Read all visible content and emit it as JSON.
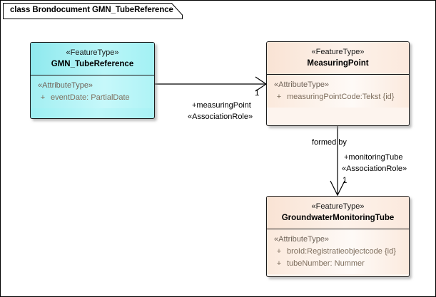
{
  "diagram": {
    "title": "class Brondocument GMN_TubeReference",
    "colors": {
      "cyan_fill": "#AFF3F6",
      "peach_fill": "#FBEADE",
      "border": "#1A1A1A",
      "attribute_text": "#7D6D5C",
      "connector": "#000000"
    }
  },
  "classes": [
    {
      "id": "gmn-tube-reference",
      "stereotype": "«FeatureType»",
      "name": "GMN_TubeReference",
      "attribute_stereotype": "«AttributeType»",
      "attributes": [
        {
          "visibility": "+",
          "text": "eventDate: PartialDate"
        }
      ]
    },
    {
      "id": "measuring-point",
      "stereotype": "«FeatureType»",
      "name": "MeasuringPoint",
      "attribute_stereotype": "«AttributeType»",
      "attributes": [
        {
          "visibility": "+",
          "text": "measuringPointCode:Tekst {id}"
        }
      ]
    },
    {
      "id": "groundwater-monitoring-tube",
      "stereotype": "«FeatureType»",
      "name": "GroundwaterMonitoringTube",
      "attribute_stereotype": "«AttributeType»",
      "attributes": [
        {
          "visibility": "+",
          "text": "broId:Registratieobjectcode {id}"
        },
        {
          "visibility": "+",
          "text": "tubeNumber: Nummer"
        }
      ]
    }
  ],
  "associations": [
    {
      "id": "tube-reference-to-measuring-point",
      "role_name": "+measuringPoint",
      "role_stereotype": "«AssociationRole»",
      "multiplicity": "1"
    },
    {
      "id": "measuring-point-to-monitoring-tube",
      "name": "formed by",
      "role_name": "+monitoringTube",
      "role_stereotype": "«AssociationRole»",
      "multiplicity": "1"
    }
  ]
}
